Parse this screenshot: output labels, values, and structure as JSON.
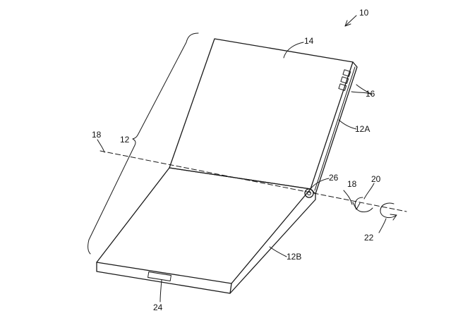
{
  "labels": {
    "device": "10",
    "housing": "12",
    "upper_housing": "12A",
    "lower_housing": "12B",
    "display": "14",
    "buttons": "16",
    "axis_left": "18",
    "axis_right": "18",
    "rotation_a": "20",
    "rotation_b": "22",
    "connector": "24",
    "hinge": "26"
  }
}
